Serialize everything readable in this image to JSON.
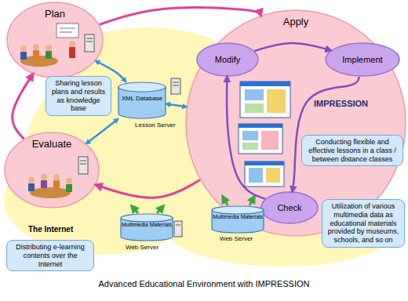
{
  "diagram": {
    "caption": "Advanced Educational Environment with IMPRESSION",
    "nodes": [
      {
        "text": [
          "Plan"
        ]
      },
      {
        "text": [
          "Apply"
        ]
      },
      {
        "text": [
          "Modify"
        ],
        "in": 1
      },
      {
        "text": [
          "Implement"
        ],
        "in": 1
      },
      {
        "text": [
          "Conducting flexible and effective lessons in a class / between distance classes"
        ],
        "in": 1
      },
      {
        "text": [
          "Check"
        ],
        "in": 1
      },
      {
        "text": [
          "Sharing lesson plans and results as knowledge base"
        ]
      },
      {
        "text": [
          "XML Database"
        ]
      },
      {
        "text": [
          "Evaluate"
        ]
      },
      {
        "text": [
          "Multimedia Materials"
        ]
      },
      {
        "text": [
          "Multimedia Materials"
        ]
      },
      {
        "text": [
          "Utilization of various multimedia data as educational materials provided by museums, schools, and so on"
        ]
      },
      {
        "text": [
          "Distributing e-learning contents over the Internet"
        ]
      }
    ],
    "edges": [
      {
        "from": 0,
        "to": 1,
        "arrow": "to"
      },
      {
        "from": 1,
        "to": 8,
        "arrow": "to"
      },
      {
        "from": 8,
        "to": 0,
        "arrow": "to"
      },
      {
        "from": 2,
        "to": 3,
        "arrow": "to"
      },
      {
        "from": 3,
        "to": 5,
        "arrow": "to"
      },
      {
        "from": 5,
        "to": 2,
        "arrow": "to"
      },
      {
        "from": 7,
        "to": 0,
        "arrow": "both"
      },
      {
        "from": 7,
        "to": 8,
        "arrow": "both"
      },
      {
        "from": 7,
        "to": 1,
        "arrow": "both"
      }
    ],
    "labels": [
      "IMPRESSION",
      "Lesson Server",
      "The Internet",
      "Web Server",
      "Web Server"
    ]
  }
}
